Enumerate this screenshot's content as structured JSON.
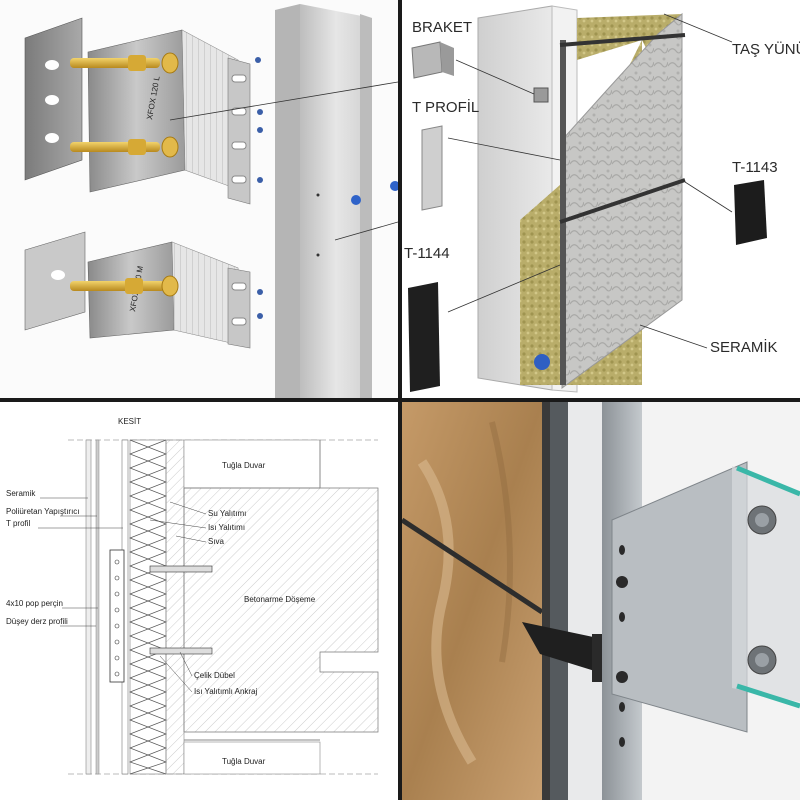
{
  "panel1": {
    "brackets": [
      {
        "label": "XFOX 120 L"
      },
      {
        "label": "XFOX 120 M"
      }
    ]
  },
  "panel2": {
    "labels": {
      "braket": "BRAKET",
      "t_profil": "T PROFİL",
      "t1144": "T-1144",
      "tas_yunu": "TAŞ YÜNÜ",
      "t1143": "T-1143",
      "seramik": "SERAMİK"
    }
  },
  "panel3": {
    "title": "KESİT",
    "labels": {
      "tugla_duvar_top": "Tuğla Duvar",
      "seramik": "Seramik",
      "poliuretan": "Poliüretan Yapıştırıcı",
      "t_profil": "T profil",
      "su_yalitimi": "Su Yalıtımı",
      "isi_yalitimi": "Isı Yalıtımı",
      "siva": "Sıva",
      "betonarme": "Betonarme Döşeme",
      "pop_percin": "4x10 pop perçin",
      "duscy_derz": "Düşey derz profili",
      "celik_dubel": "Çelik Dübel",
      "isi_ankraj": "Isı Yalıtımlı Ankraj",
      "tugla_duvar_bottom": "Tuğla Duvar"
    }
  },
  "colors": {
    "rockwool": "#b9ad6a",
    "ceramic": "#c9c9c6",
    "travertine": "#b58c5c",
    "steel": "#9aa0a5",
    "glass_edge": "#3ab7a8"
  }
}
